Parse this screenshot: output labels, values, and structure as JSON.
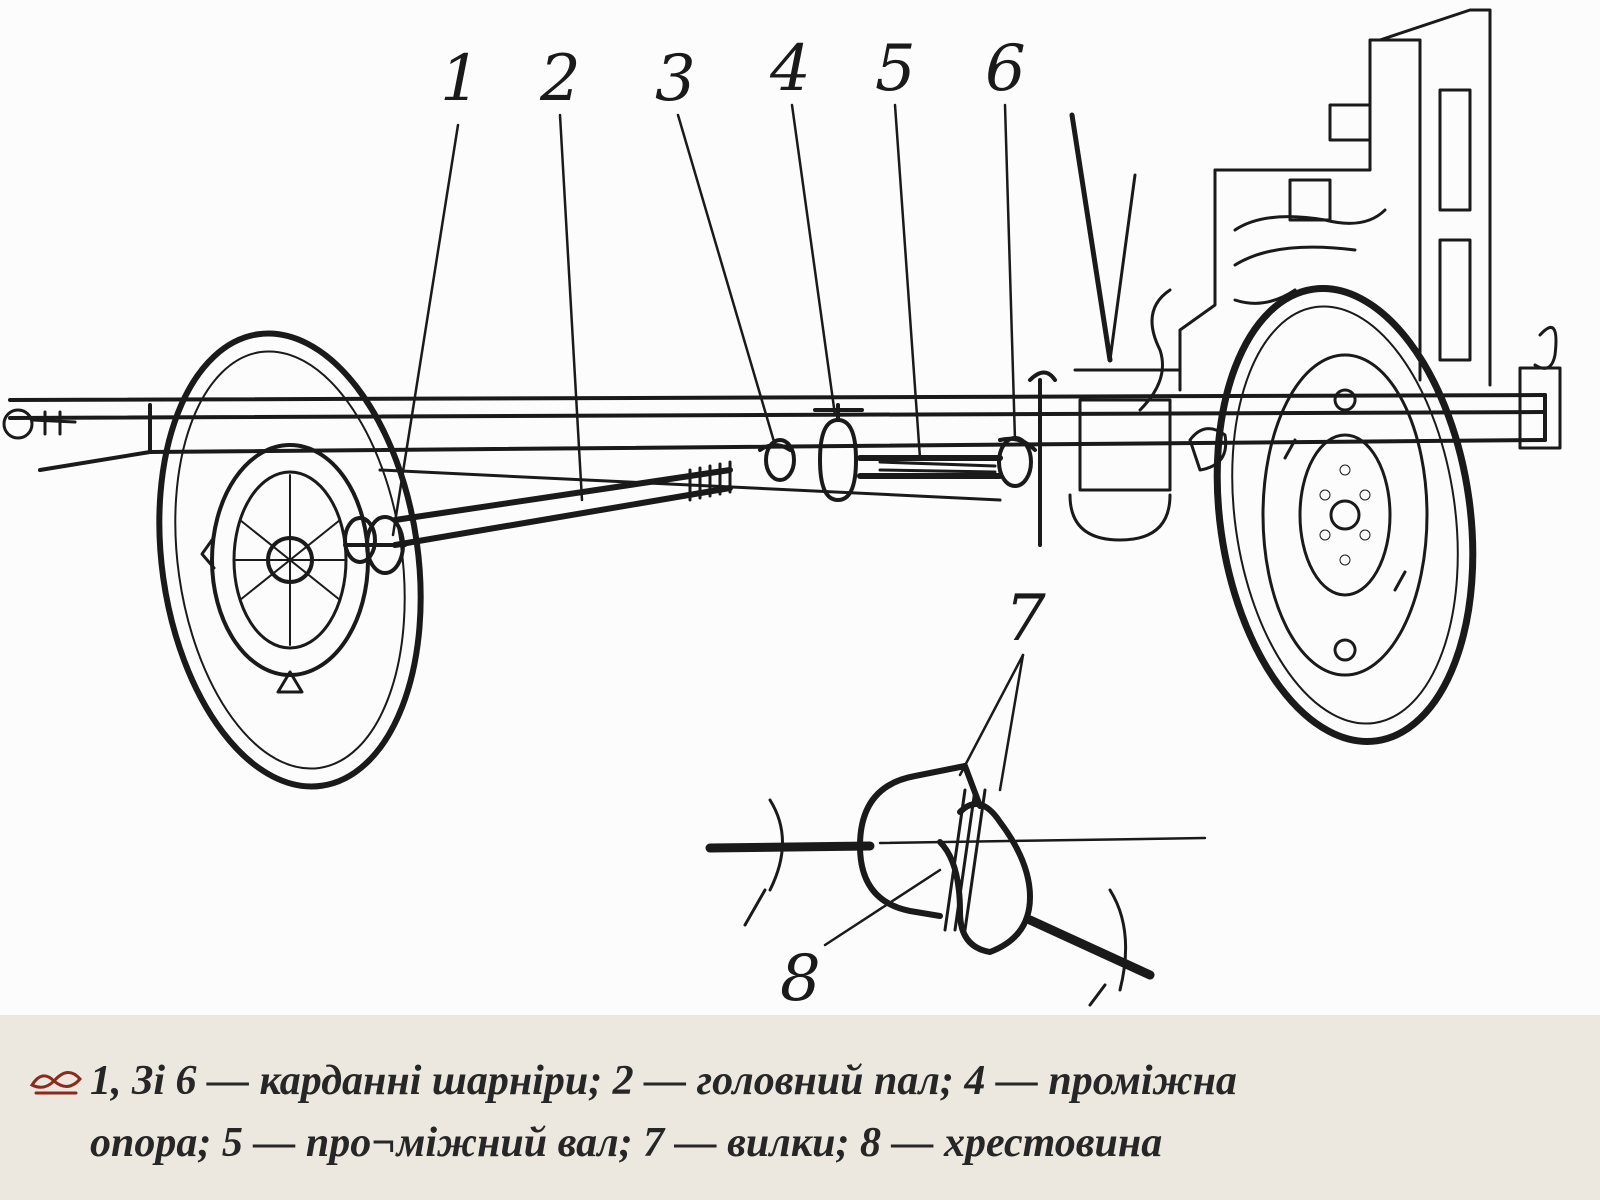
{
  "diagram": {
    "callouts": [
      "1",
      "2",
      "3",
      "4",
      "5",
      "6",
      "7",
      "8"
    ]
  },
  "caption": {
    "line1": "1, Зі 6 — карданні шарніри; 2 — головний пал; 4 — проміжна",
    "line2": "опора; 5 — про¬міжний вал; 7 — вилки; 8 — хрестовина"
  },
  "colors": {
    "caption_bar": "#ece8df",
    "caption_text": "#262626",
    "bullet_accent": "#8a2a1c",
    "line_art": "#1a1a1a"
  },
  "icons": {
    "bullet": "ornament-bullet-icon"
  }
}
